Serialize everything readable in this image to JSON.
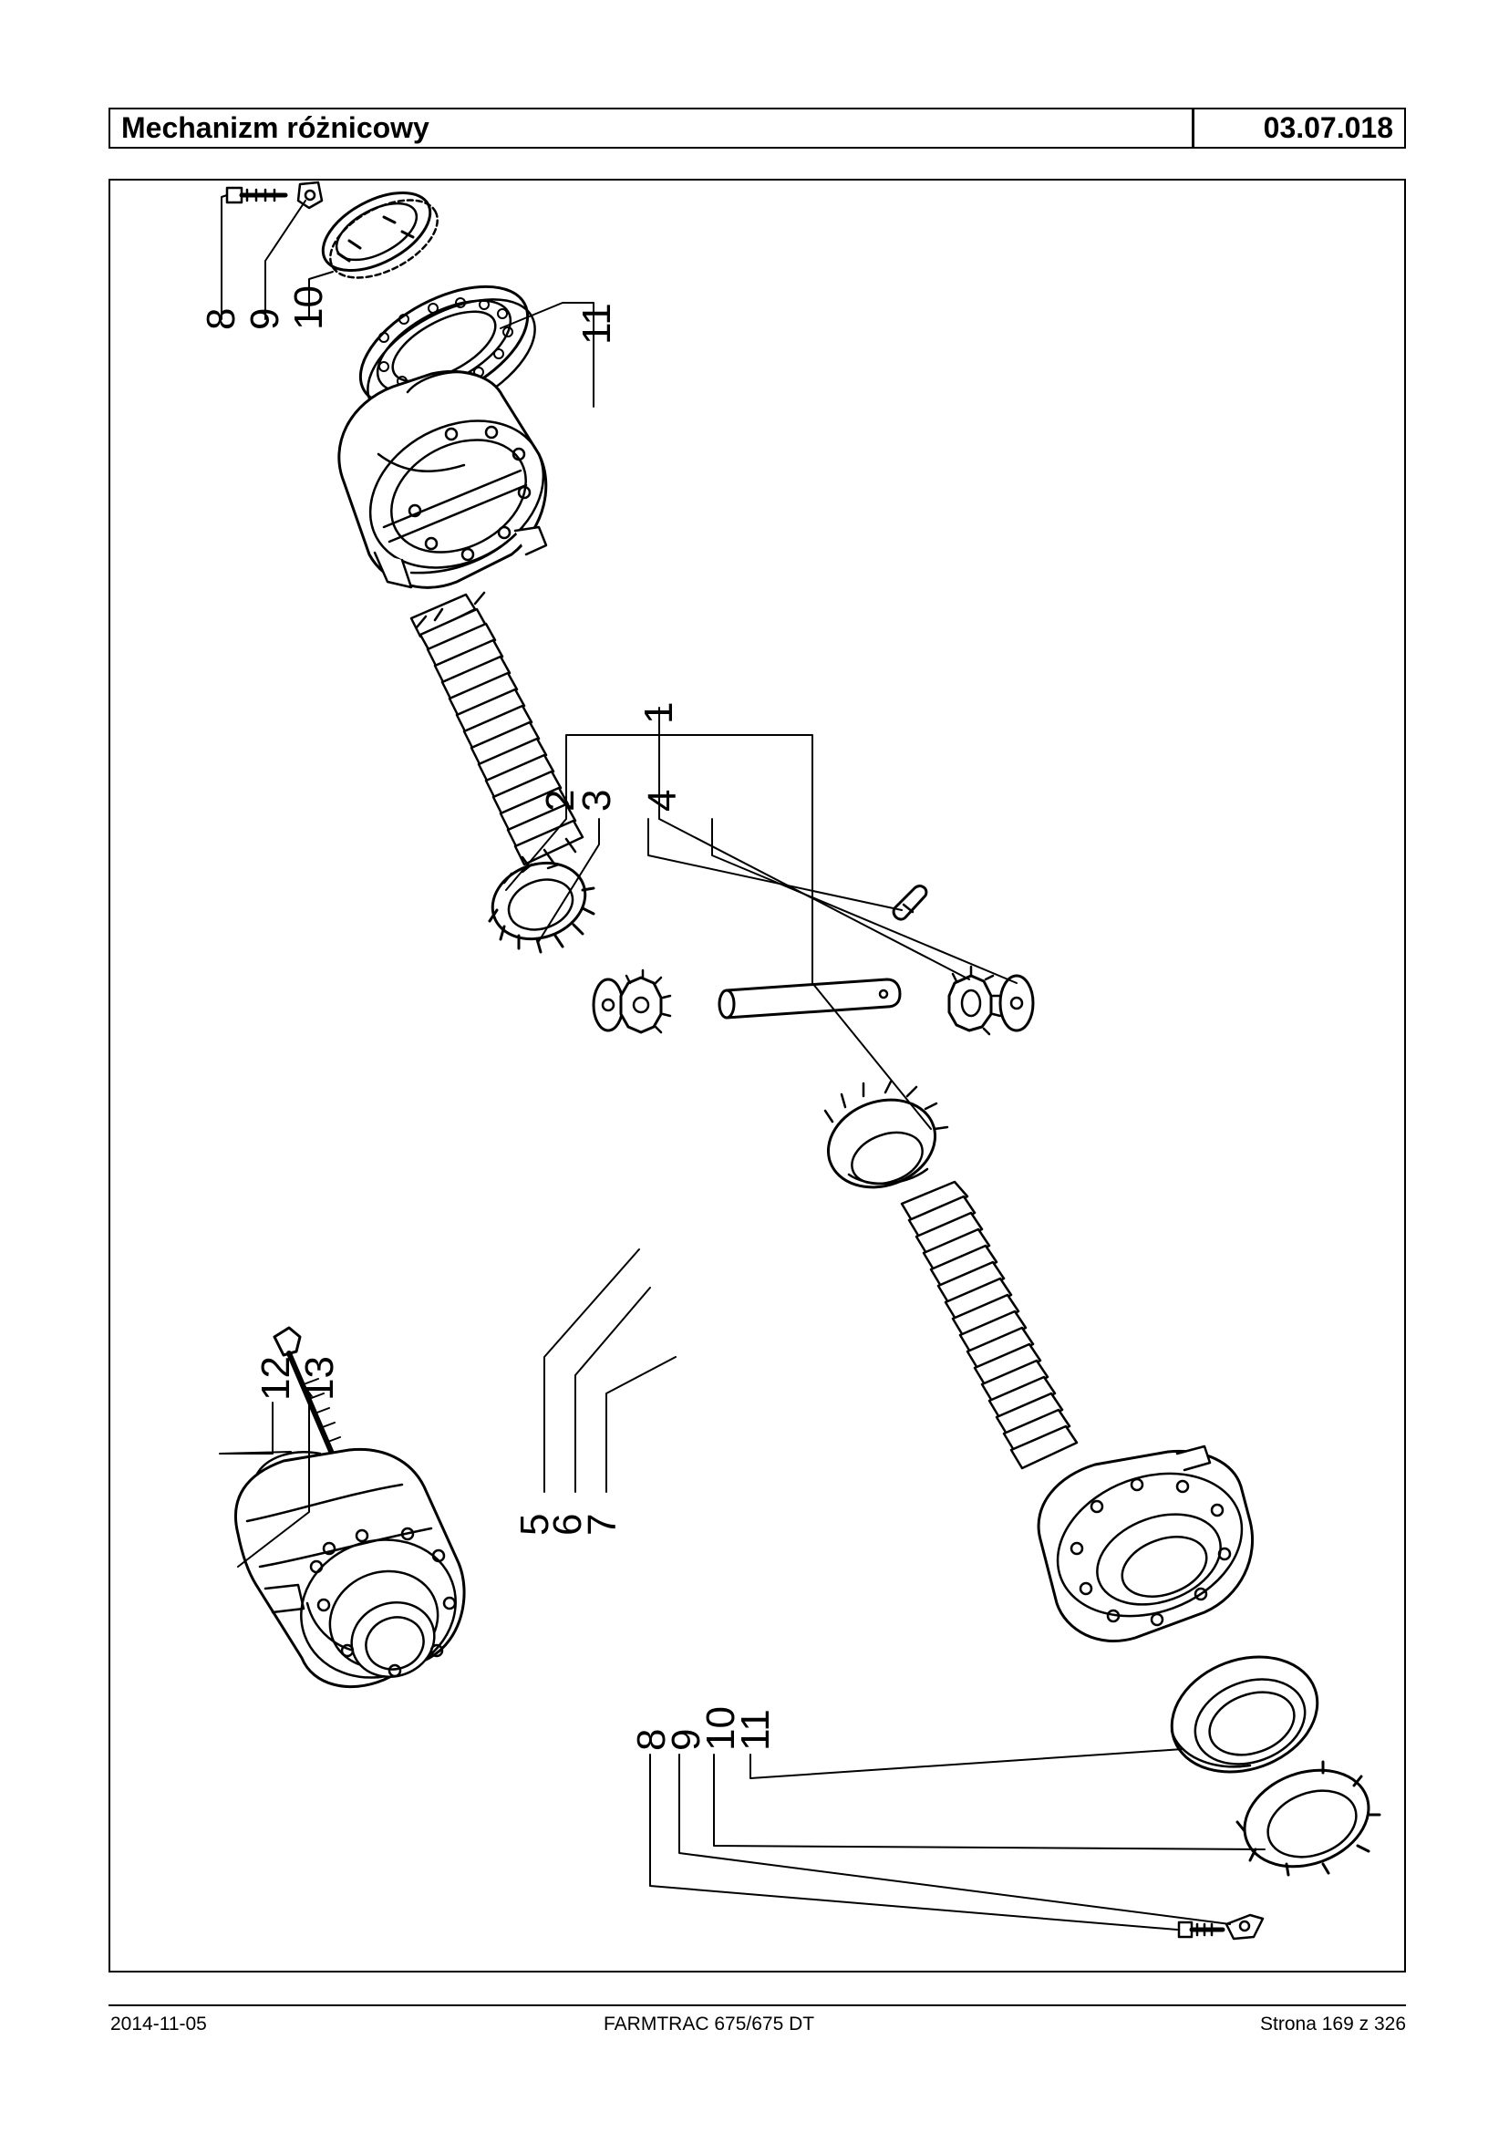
{
  "header": {
    "title": "Mechanizm różnicowy",
    "code": "03.07.018"
  },
  "callouts": [
    "1",
    "2",
    "3",
    "4",
    "5",
    "6",
    "7",
    "8",
    "9",
    "10",
    "11",
    "12",
    "13"
  ],
  "footer": {
    "date": "2014-11-05",
    "model": "FARMTRAC 675/675 DT",
    "page": "Strona 169 z 326"
  }
}
